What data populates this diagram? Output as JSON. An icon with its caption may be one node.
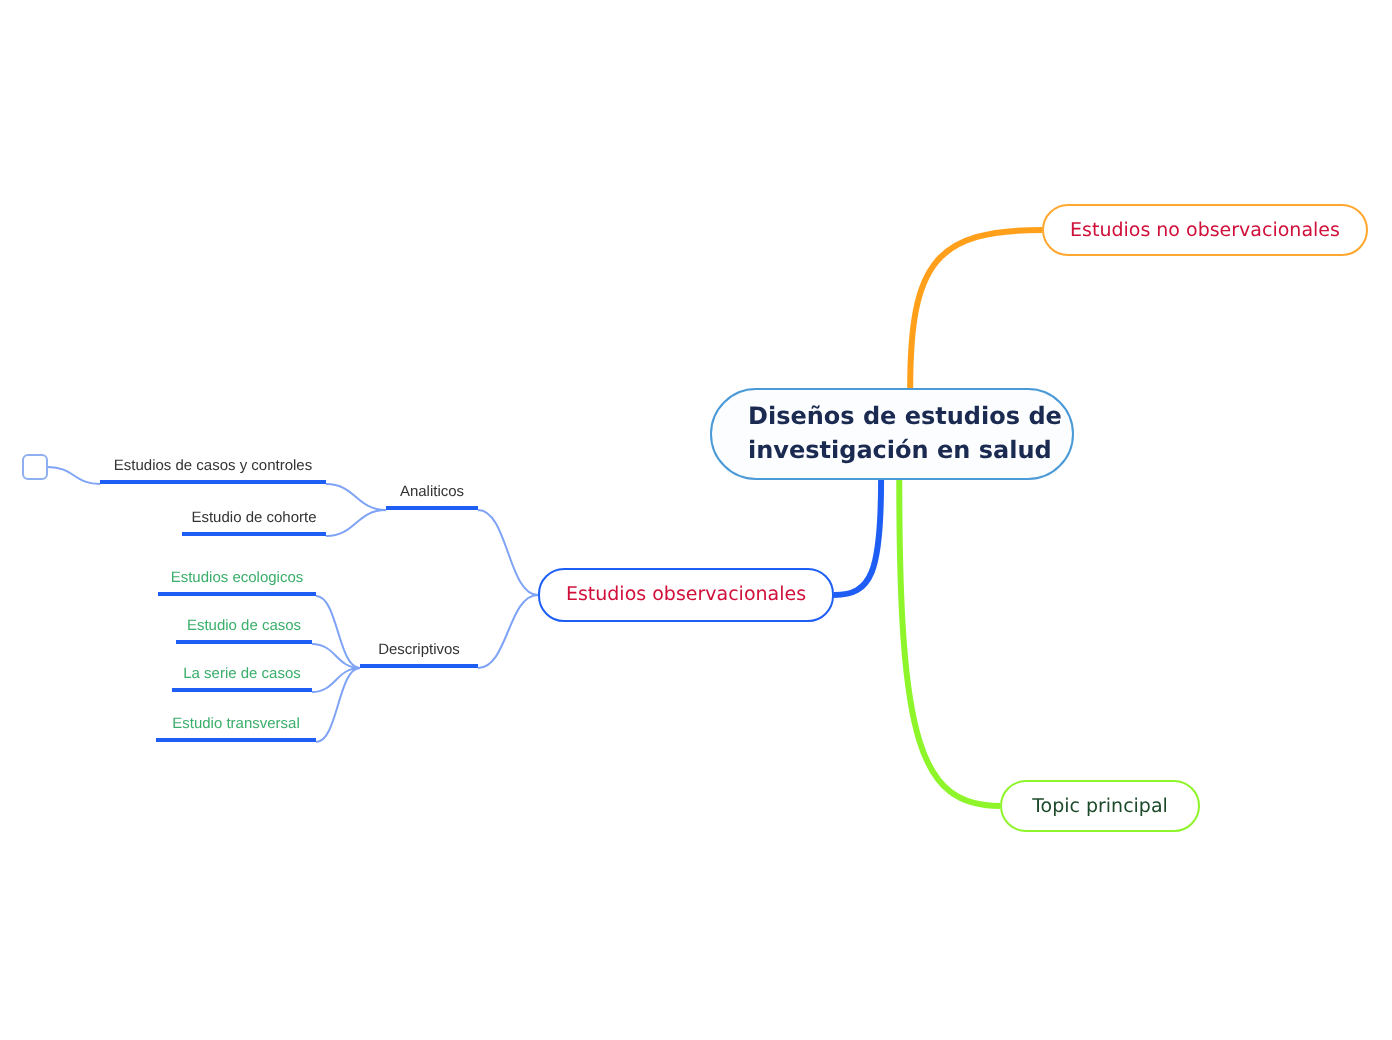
{
  "diagram": {
    "nodes": [
      {
        "text": [
          "Diseños de estudios de investigación en salud"
        ]
      },
      {
        "text": [
          "Estudios no observacionales"
        ]
      },
      {
        "text": [
          "Estudios observacionales"
        ]
      },
      {
        "text": [
          "Topic principal"
        ]
      },
      {
        "text": [
          "Analiticos"
        ]
      },
      {
        "text": [
          "Descriptivos"
        ]
      },
      {
        "text": [
          "Estudios de casos y controles"
        ]
      },
      {
        "text": [
          "Estudio de cohorte"
        ]
      },
      {
        "text": [
          "Estudios ecologicos"
        ]
      },
      {
        "text": [
          "Estudio de casos"
        ]
      },
      {
        "text": [
          "La serie de casos"
        ]
      },
      {
        "text": [
          "Estudio transversal"
        ]
      },
      {
        "text": [],
        "shape": "box"
      }
    ],
    "edges": [
      {
        "from": 0,
        "to": 1,
        "arrow": "none",
        "style": "thick",
        "color": "#ff9f1a"
      },
      {
        "from": 0,
        "to": 2,
        "arrow": "none",
        "style": "thick",
        "color": "#1e5ef5"
      },
      {
        "from": 0,
        "to": 3,
        "arrow": "none",
        "style": "thick",
        "color": "#8ef52a"
      },
      {
        "from": 2,
        "to": 4,
        "arrow": "none"
      },
      {
        "from": 2,
        "to": 5,
        "arrow": "none"
      },
      {
        "from": 4,
        "to": 6,
        "arrow": "none"
      },
      {
        "from": 4,
        "to": 7,
        "arrow": "none"
      },
      {
        "from": 5,
        "to": 8,
        "arrow": "none"
      },
      {
        "from": 5,
        "to": 9,
        "arrow": "none"
      },
      {
        "from": 5,
        "to": 10,
        "arrow": "none"
      },
      {
        "from": 5,
        "to": 11,
        "arrow": "none"
      },
      {
        "from": 6,
        "to": 12,
        "arrow": "none"
      }
    ]
  }
}
